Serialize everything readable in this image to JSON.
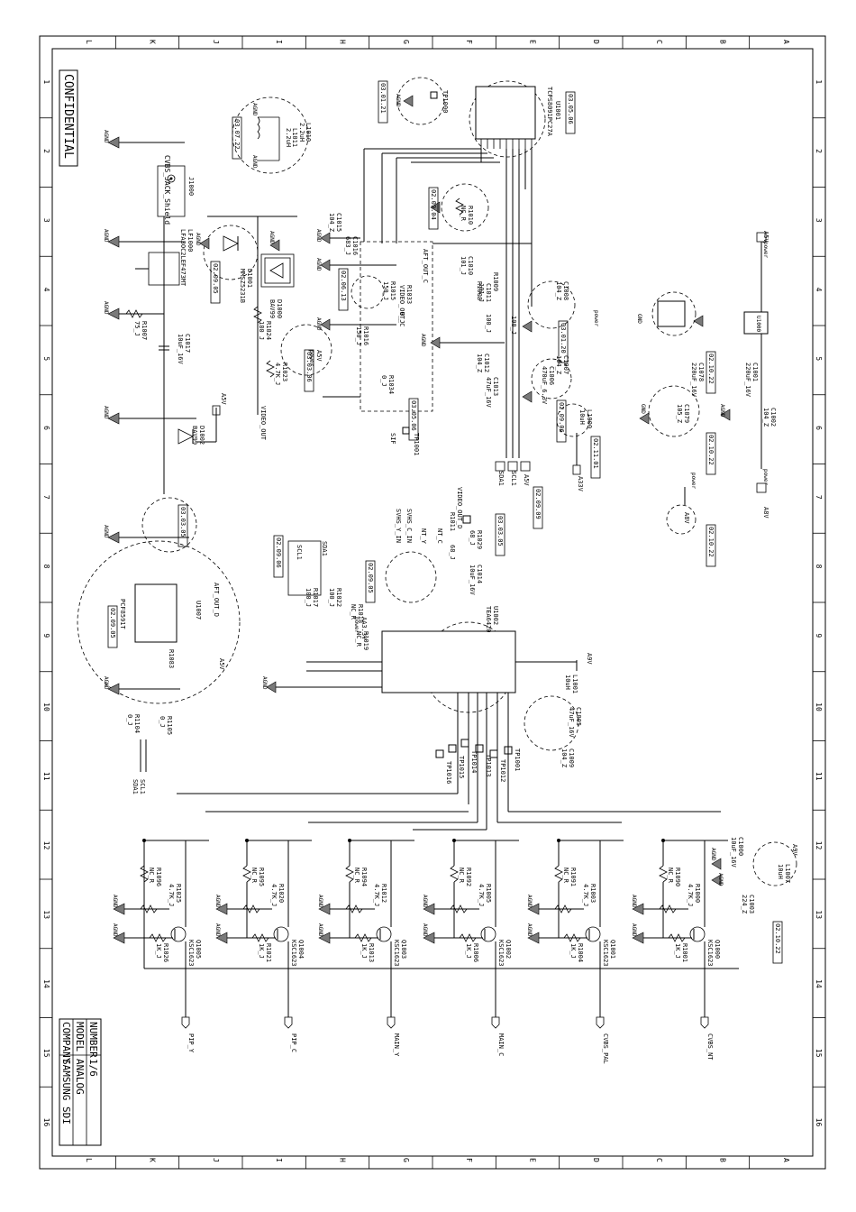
{
  "title_block": {
    "company_label": "COMPANY",
    "company_value": "SAMSUNG SDI",
    "model_label": "MODEL",
    "model_value": "ANALOG",
    "number_label": "NUMBER",
    "number_value": "1/6"
  },
  "confidential": "CONFIDENTIAL",
  "col_letters": [
    "L",
    "K",
    "J",
    "I",
    "H",
    "G",
    "F",
    "E",
    "D",
    "C",
    "B",
    "A"
  ],
  "row_numbers": [
    "1",
    "2",
    "3",
    "4",
    "5",
    "6",
    "7",
    "8",
    "9",
    "10",
    "11",
    "12",
    "13",
    "14",
    "15",
    "16"
  ],
  "ics": {
    "u1001": {
      "ref": "U1001",
      "part": "TCPS8091PC27A"
    },
    "u1002": {
      "ref": "U1002",
      "part": "TEA6420"
    },
    "u1007": {
      "ref": "U1007",
      "part": "PCF8591T"
    },
    "u1000": {
      "ref": "U1000"
    }
  },
  "connector": {
    "ref": "J1000",
    "label": "CVBS_JACK_Shield"
  },
  "power_labels": {
    "a5v": "A5V",
    "a33v": "A33V",
    "a8v": "A8V",
    "a9v": "A9V",
    "agnd": "AGND",
    "gnd": "GND",
    "power": "power",
    "aa33v": "AA3.3V"
  },
  "signals": {
    "sda1": "SDA1",
    "scl1": "SCL1",
    "video_out_c": "VIDEO_OUT_C",
    "video_out_d": "VIDEO_OUT_D",
    "video_out": "VIDEO_OUT",
    "svhs_c_in": "SVHS_C_IN",
    "svhs_y_in": "SVHS_Y_IN",
    "pip_y": "PIP_Y",
    "pip_c": "PIP_C",
    "main_y": "MAIN_Y",
    "main_c": "MAIN_C",
    "cvbs_pal": "CVBS_PAL",
    "cvbs_nt": "CVBS_NT",
    "sif": "SIF",
    "aft_out_c": "AFT_OUT_C",
    "aft_out_d": "AFT_OUT_D"
  },
  "transistors": [
    {
      "ref": "Q1005",
      "part": "KSC1623"
    },
    {
      "ref": "Q1004",
      "part": "KSC1623"
    },
    {
      "ref": "Q1003",
      "part": "KSC1623"
    },
    {
      "ref": "Q1002",
      "part": "KSC1623"
    },
    {
      "ref": "Q1001",
      "part": "KSC1623"
    },
    {
      "ref": "Q1000",
      "part": "KSC1623"
    }
  ],
  "resistors_bottom": [
    {
      "ref": "R1026",
      "val": "1K_J"
    },
    {
      "ref": "R1021",
      "val": "1K_J"
    },
    {
      "ref": "R1013",
      "val": "1K_J"
    },
    {
      "ref": "R1006",
      "val": "1K_J"
    },
    {
      "ref": "R1004",
      "val": "1K_J"
    },
    {
      "ref": "R1001",
      "val": "1K_J"
    }
  ],
  "resistors_pull": [
    {
      "ref": "R1025",
      "val": "4.7K_J"
    },
    {
      "ref": "R1020",
      "val": "4.7K_J"
    },
    {
      "ref": "R1012",
      "val": "4.7K_J"
    },
    {
      "ref": "R1005",
      "val": "4.7K_J"
    },
    {
      "ref": "R1003",
      "val": "4.7K_J"
    },
    {
      "ref": "R1000",
      "val": "4.7K_J"
    }
  ],
  "resistors_nc": [
    {
      "ref": "R1096",
      "val": "NC_R"
    },
    {
      "ref": "R1095",
      "val": "NC_R"
    },
    {
      "ref": "R1094",
      "val": "NC_R"
    },
    {
      "ref": "R1092",
      "val": "NC_R"
    },
    {
      "ref": "R1091",
      "val": "NC_R"
    },
    {
      "ref": "R1090",
      "val": "NC_R"
    }
  ],
  "dates": [
    "03.05.06",
    "03.01.21",
    "03.07.22",
    "02.09.04",
    "02.09.05",
    "02.06.13",
    "03.03.06",
    "03.01.20",
    "02.09.06",
    "02.11.01",
    "02.10.22",
    "02.09.09",
    "03.03.05",
    "03.05.06",
    "02.10.22",
    "02.10.22",
    "02.09.05",
    "02.09.06",
    "02.09.05",
    "03.03.05",
    "02.10.22"
  ],
  "parts": {
    "l1010": "L1010",
    "l1010v": "2.2uH",
    "l1011": "L1011",
    "l1011v": "2.2uH",
    "lf1000": "LF1000",
    "lf1000v": "LFA3OC2LEF473MT",
    "d1000": "D1000",
    "d1000v": "BAV99",
    "d1001": "D1001",
    "d1001v": "MMSZ5231B",
    "d1002": "D1002",
    "d1002v": "BAV99",
    "r1007": "R1007",
    "r1007v": "75_J",
    "c1017": "C1017",
    "c1017v": "10uF_16V",
    "r1024": "R1024",
    "r1024v": "180_J",
    "r1023": "R1023",
    "r1023v": "4.7K_J",
    "r1016": "R1016",
    "r1016v": "150_J",
    "r1015": "R1015",
    "r1015v": "150_J",
    "r1033": "R1033",
    "r1033v": "0_J",
    "r1034": "R1034",
    "r1034v": "0_J",
    "r1010": "R1010",
    "r1010v": "NC_R",
    "r1008": "R1008",
    "r1008v": "100_J",
    "r1009": "R1009",
    "r1009v": "100_J",
    "c1015": "C1015",
    "c1015v": "104_Z",
    "c1016": "C1016",
    "c1016v": "683_J",
    "c1010": "C1010",
    "c1010v": "101_J",
    "c1011": "C1011",
    "c1011v": "101_J",
    "c1012": "C1012",
    "c1012v": "104_Z",
    "c1013": "C1013",
    "c1013v": "47uF_16V",
    "c1008": "C1008",
    "c1008v": "104_Z",
    "c1007": "C1007",
    "c1007v": "104_Z",
    "c1006": "C1006",
    "c1006v": "470uF_6.3V",
    "l1000": "L1000",
    "l1000v": "10uH",
    "c1001": "C1001",
    "c1001v": "220uF_16V",
    "c1002": "C1002",
    "c1002v": "104_Z",
    "c1078": "C1078",
    "c1078v": "220uF_16V",
    "c1079": "C1079",
    "c1079v": "105_Z",
    "r1011": "R1011",
    "r1011v": "68_J",
    "r1029": "R1029",
    "r1029v": "68_J",
    "c1014": "C1014",
    "c1014v": "10uF_16V",
    "r1017": "R1017",
    "r1017v": "100_J",
    "r1022": "R1022",
    "r1022v": "100_J",
    "r1018": "R1018",
    "r1018v": "NC_R",
    "r1019": "R1019",
    "r1019v": "NC_R",
    "r1083": "R1083",
    "r1105": "R1105",
    "r1105v": "0_J",
    "r1104": "R1104",
    "r1104v": "0_J",
    "l1001": "L1001",
    "l1001v": "10uH",
    "c1005": "C1005",
    "c1005v": "47uF_16V",
    "c1009": "C1009",
    "c1009v": "104_Z",
    "l1007": "L1007",
    "l1007v": "10uH",
    "c1000": "C1000",
    "c1000v": "10uF_16V",
    "c1003": "C1003",
    "c1003v": "224_Z",
    "tp1001": "TP1001",
    "tp1006": "TP1006",
    "tp1012": "TP1012",
    "tp1013": "TP1013",
    "tp1014": "TP1014",
    "tp1015": "TP1015",
    "tp1016": "TP1016",
    "tp1000": "TP1000",
    "nt_c": "NT_C",
    "nt_y": "NT_Y",
    "tp": "TP",
    "u1000pin": "U1000"
  }
}
